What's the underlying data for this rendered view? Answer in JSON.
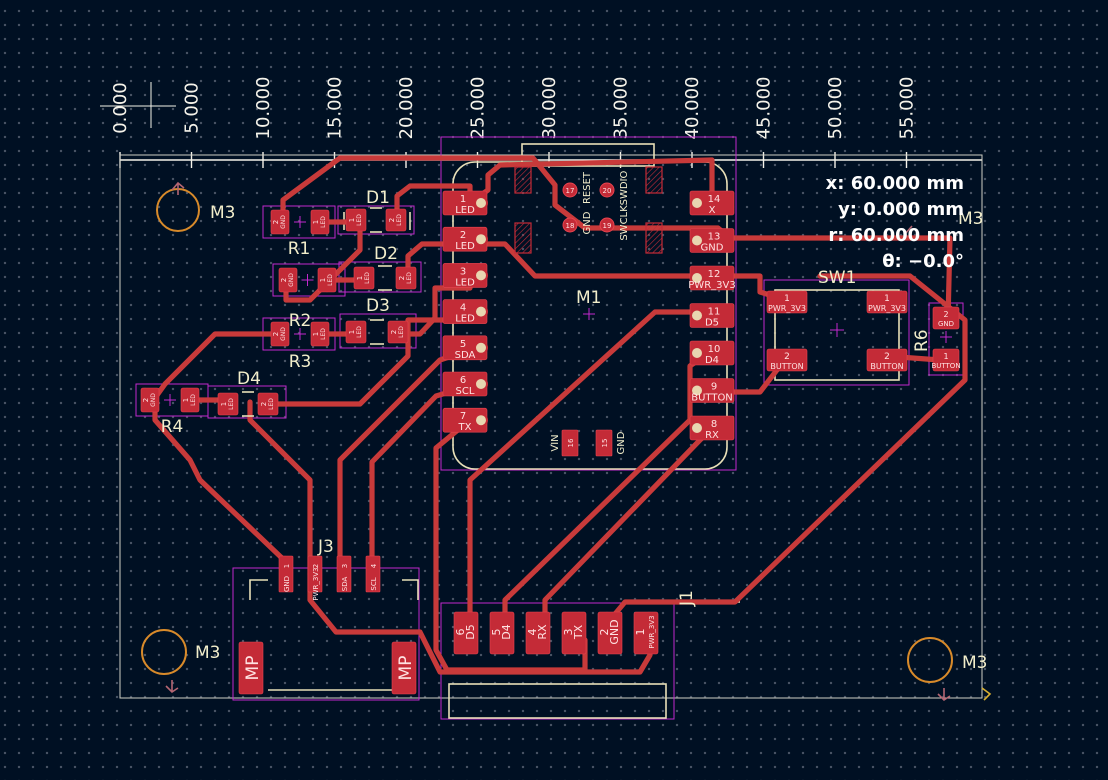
{
  "ruler": {
    "ticks": [
      "0.000",
      "5.000",
      "10.000",
      "15.000",
      "20.000",
      "25.000",
      "30.000",
      "35.000",
      "40.000",
      "45.000",
      "50.000",
      "55.000"
    ]
  },
  "readout": {
    "x": "x: 60.000 mm",
    "y": "y: 0.000 mm",
    "r": "r: 60.000 mm",
    "theta": "θ: −0.0°"
  },
  "refs": {
    "m3": "M3",
    "d1": "D1",
    "d2": "D2",
    "d3": "D3",
    "d4": "D4",
    "r1": "R1",
    "r2": "R2",
    "r3": "R3",
    "r4": "R4",
    "r6": "R6",
    "m1": "M1",
    "sw1": "SW1",
    "j3": "J3",
    "j1": "J1"
  },
  "m1_left_pins": [
    {
      "num": "1",
      "net": "LED"
    },
    {
      "num": "2",
      "net": "LED"
    },
    {
      "num": "3",
      "net": "LED"
    },
    {
      "num": "4",
      "net": "LED"
    },
    {
      "num": "5",
      "net": "SDA"
    },
    {
      "num": "6",
      "net": "SCL"
    },
    {
      "num": "7",
      "net": "TX"
    }
  ],
  "m1_right_pins": [
    {
      "num": "14",
      "net": "X"
    },
    {
      "num": "13",
      "net": "GND"
    },
    {
      "num": "12",
      "net": "PWR_3V3"
    },
    {
      "num": "11",
      "net": "D5"
    },
    {
      "num": "10",
      "net": "D4"
    },
    {
      "num": "9",
      "net": "BUTTON"
    },
    {
      "num": "8",
      "net": "RX"
    }
  ],
  "m1_top_pads": [
    {
      "num": "17",
      "net": "RESET"
    },
    {
      "num": "20",
      "net": "SWDIO"
    },
    {
      "num": "18",
      "net": "GND"
    },
    {
      "num": "19",
      "net": "SWCLK"
    }
  ],
  "m1_bottom_pads": [
    {
      "num": "16",
      "net": "VIN"
    },
    {
      "num": "15",
      "net": "GND"
    }
  ],
  "j1_pins": [
    {
      "num": "6",
      "net": "D5"
    },
    {
      "num": "5",
      "net": "D4"
    },
    {
      "num": "4",
      "net": "RX"
    },
    {
      "num": "3",
      "net": "TX"
    },
    {
      "num": "2",
      "net": "GND"
    },
    {
      "num": "1",
      "net": "PWR_3V3"
    }
  ],
  "j3_pins": [
    {
      "num": "1",
      "net": "GND"
    },
    {
      "num": "2",
      "net": "PWR_3V3"
    },
    {
      "num": "3",
      "net": "SDA"
    },
    {
      "num": "4",
      "net": "SCL"
    }
  ],
  "j3_mounts": [
    "MP",
    "MP"
  ],
  "sw1_pads": [
    {
      "num": "1",
      "net": "PWR_3V3"
    },
    {
      "num": "1",
      "net": "PWR_3V3"
    },
    {
      "num": "2",
      "net": "BUTTON"
    },
    {
      "num": "2",
      "net": "BUTTON"
    }
  ],
  "r6_pads": [
    {
      "num": "2",
      "net": "GND"
    },
    {
      "num": "1",
      "net": "BUTTON"
    }
  ],
  "resistor_pads": {
    "r1": [
      {
        "num": "2",
        "net": "GND"
      },
      {
        "num": "1",
        "net": "LED"
      }
    ],
    "r2": [
      {
        "num": "2",
        "net": "GND"
      },
      {
        "num": "1",
        "net": "LED"
      }
    ],
    "r3": [
      {
        "num": "2",
        "net": "GND"
      },
      {
        "num": "1",
        "net": "LED"
      }
    ],
    "r4": [
      {
        "num": "2",
        "net": "GND"
      },
      {
        "num": "1",
        "net": "LED"
      }
    ]
  },
  "led_pads": {
    "d1": [
      {
        "num": "1",
        "net": "LED"
      },
      {
        "num": "2",
        "net": "LED"
      }
    ],
    "d2": [
      {
        "num": "1",
        "net": "LED"
      },
      {
        "num": "2",
        "net": "LED"
      }
    ],
    "d3": [
      {
        "num": "1",
        "net": "LED"
      },
      {
        "num": "2",
        "net": "LED"
      }
    ],
    "d4": [
      {
        "num": "1",
        "net": "LED"
      },
      {
        "num": "2",
        "net": "LED"
      }
    ]
  },
  "colors": {
    "background": "#001023",
    "copper": "#c83a3a",
    "silkscreen": "#f2eecb",
    "courtyard": "#c229cc",
    "mounting_hole": "#d88a2a"
  }
}
